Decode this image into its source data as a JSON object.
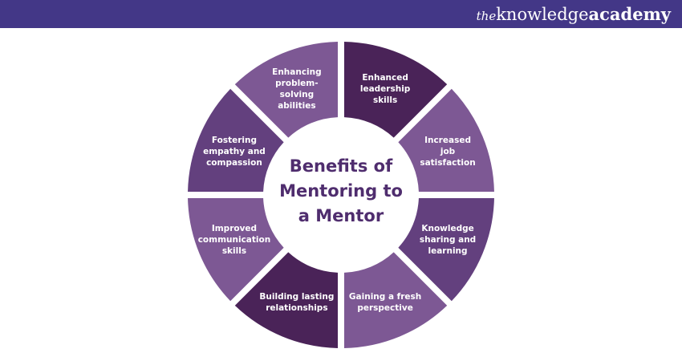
{
  "header": {
    "brand_the": "the",
    "brand_knowledge": "knowledge",
    "brand_academy": "academy",
    "color": "#433787"
  },
  "center_title": [
    "Benefits of",
    "Mentoring to",
    "a Mentor"
  ],
  "segments": [
    {
      "lines": [
        "Enhanced",
        "leadership",
        "skills"
      ],
      "color": "#4a2358"
    },
    {
      "lines": [
        "Increased",
        "job",
        "satisfaction"
      ],
      "color": "#7d5894"
    },
    {
      "lines": [
        "Knowledge",
        "sharing and",
        "learning"
      ],
      "color": "#63407e"
    },
    {
      "lines": [
        "Gaining a fresh",
        "perspective"
      ],
      "color": "#7d5894"
    },
    {
      "lines": [
        "Building lasting",
        "relationships"
      ],
      "color": "#4a2358"
    },
    {
      "lines": [
        "Improved",
        "communication",
        "skills"
      ],
      "color": "#7d5894"
    },
    {
      "lines": [
        "Fostering",
        "empathy and",
        "compassion"
      ],
      "color": "#63407e"
    },
    {
      "lines": [
        "Enhancing",
        "problem-",
        "solving",
        "abilities"
      ],
      "color": "#7d5894"
    }
  ]
}
